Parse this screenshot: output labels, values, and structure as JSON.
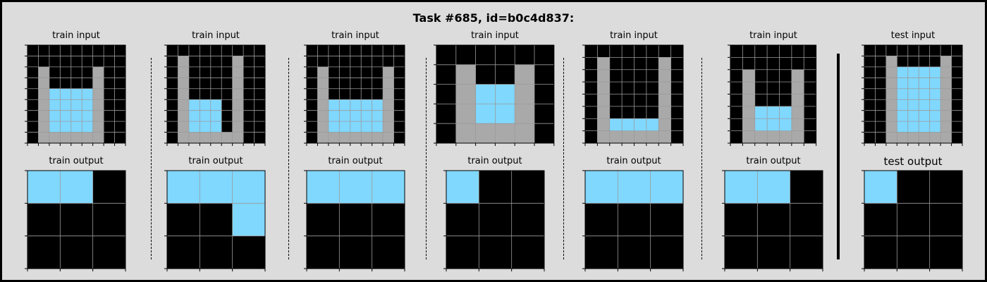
{
  "title": "Task #685, id=b0c4d837:",
  "colors": {
    "0": "#000000",
    "5": "#a9a9a9",
    "8": "#80d8ff"
  },
  "labels": {
    "train_input": "train input",
    "train_output": "train output",
    "test_input": "test input",
    "test_output": "test output"
  },
  "pairs": [
    {
      "kind": "train",
      "input": [
        [
          0,
          0,
          0,
          0,
          0,
          0,
          0,
          0,
          0
        ],
        [
          0,
          0,
          0,
          0,
          0,
          0,
          0,
          0,
          0
        ],
        [
          0,
          5,
          0,
          0,
          0,
          0,
          5,
          0,
          0
        ],
        [
          0,
          5,
          0,
          0,
          0,
          0,
          5,
          0,
          0
        ],
        [
          0,
          5,
          8,
          8,
          8,
          8,
          5,
          0,
          0
        ],
        [
          0,
          5,
          8,
          8,
          8,
          8,
          5,
          0,
          0
        ],
        [
          0,
          5,
          8,
          8,
          8,
          8,
          5,
          0,
          0
        ],
        [
          0,
          5,
          8,
          8,
          8,
          8,
          5,
          0,
          0
        ],
        [
          0,
          5,
          5,
          5,
          5,
          5,
          5,
          0,
          0
        ]
      ],
      "output": [
        [
          8,
          8,
          0
        ],
        [
          0,
          0,
          0
        ],
        [
          0,
          0,
          0
        ]
      ]
    },
    {
      "kind": "train",
      "input": [
        [
          0,
          0,
          0,
          0,
          0,
          0,
          0,
          0,
          0
        ],
        [
          0,
          5,
          0,
          0,
          0,
          0,
          5,
          0,
          0
        ],
        [
          0,
          5,
          0,
          0,
          0,
          0,
          5,
          0,
          0
        ],
        [
          0,
          5,
          0,
          0,
          0,
          0,
          5,
          0,
          0
        ],
        [
          0,
          5,
          0,
          0,
          0,
          0,
          5,
          0,
          0
        ],
        [
          0,
          5,
          8,
          8,
          8,
          0,
          5,
          0,
          0
        ],
        [
          0,
          5,
          8,
          8,
          8,
          0,
          5,
          0,
          0
        ],
        [
          0,
          5,
          8,
          8,
          8,
          0,
          5,
          0,
          0
        ],
        [
          0,
          5,
          5,
          5,
          5,
          5,
          5,
          0,
          0
        ]
      ],
      "output": [
        [
          8,
          8,
          8
        ],
        [
          0,
          0,
          8
        ],
        [
          0,
          0,
          0
        ]
      ]
    },
    {
      "kind": "train",
      "input": [
        [
          0,
          0,
          0,
          0,
          0,
          0,
          0,
          0,
          0
        ],
        [
          0,
          0,
          0,
          0,
          0,
          0,
          0,
          0,
          0
        ],
        [
          0,
          5,
          0,
          0,
          0,
          0,
          0,
          5,
          0
        ],
        [
          0,
          5,
          0,
          0,
          0,
          0,
          0,
          5,
          0
        ],
        [
          0,
          5,
          0,
          0,
          0,
          0,
          0,
          5,
          0
        ],
        [
          0,
          5,
          8,
          8,
          8,
          8,
          8,
          5,
          0
        ],
        [
          0,
          5,
          8,
          8,
          8,
          8,
          8,
          5,
          0
        ],
        [
          0,
          5,
          8,
          8,
          8,
          8,
          8,
          5,
          0
        ],
        [
          0,
          5,
          5,
          5,
          5,
          5,
          5,
          5,
          0
        ]
      ],
      "output": [
        [
          8,
          8,
          8
        ],
        [
          0,
          0,
          0
        ],
        [
          0,
          0,
          0
        ]
      ]
    },
    {
      "kind": "train",
      "input": [
        [
          0,
          0,
          0,
          0,
          0,
          0
        ],
        [
          0,
          5,
          0,
          0,
          5,
          0
        ],
        [
          0,
          5,
          8,
          8,
          5,
          0
        ],
        [
          0,
          5,
          8,
          8,
          5,
          0
        ],
        [
          0,
          5,
          5,
          5,
          5,
          0
        ]
      ],
      "output": [
        [
          8,
          0,
          0
        ],
        [
          0,
          0,
          0
        ],
        [
          0,
          0,
          0
        ]
      ]
    },
    {
      "kind": "train",
      "input": [
        [
          0,
          0,
          0,
          0,
          0,
          0,
          0,
          0
        ],
        [
          0,
          5,
          0,
          0,
          0,
          0,
          5,
          0
        ],
        [
          0,
          5,
          0,
          0,
          0,
          0,
          5,
          0
        ],
        [
          0,
          5,
          0,
          0,
          0,
          0,
          5,
          0
        ],
        [
          0,
          5,
          0,
          0,
          0,
          0,
          5,
          0
        ],
        [
          0,
          5,
          0,
          0,
          0,
          0,
          5,
          0
        ],
        [
          0,
          5,
          8,
          8,
          8,
          8,
          5,
          0
        ],
        [
          0,
          5,
          5,
          5,
          5,
          5,
          5,
          0
        ]
      ],
      "output": [
        [
          8,
          8,
          8
        ],
        [
          0,
          0,
          0
        ],
        [
          0,
          0,
          0
        ]
      ]
    },
    {
      "kind": "train",
      "input": [
        [
          0,
          0,
          0,
          0,
          0,
          0,
          0
        ],
        [
          0,
          0,
          0,
          0,
          0,
          0,
          0
        ],
        [
          0,
          5,
          0,
          0,
          0,
          5,
          0
        ],
        [
          0,
          5,
          0,
          0,
          0,
          5,
          0
        ],
        [
          0,
          5,
          0,
          0,
          0,
          5,
          0
        ],
        [
          0,
          5,
          8,
          8,
          8,
          5,
          0
        ],
        [
          0,
          5,
          8,
          8,
          8,
          5,
          0
        ],
        [
          0,
          5,
          5,
          5,
          5,
          5,
          0
        ]
      ],
      "output": [
        [
          8,
          8,
          0
        ],
        [
          0,
          0,
          0
        ],
        [
          0,
          0,
          0
        ]
      ]
    },
    {
      "kind": "test",
      "input": [
        [
          0,
          0,
          0,
          0,
          0,
          0,
          0,
          0,
          0
        ],
        [
          0,
          0,
          5,
          0,
          0,
          0,
          0,
          5,
          0
        ],
        [
          0,
          0,
          5,
          8,
          8,
          8,
          8,
          5,
          0
        ],
        [
          0,
          0,
          5,
          8,
          8,
          8,
          8,
          5,
          0
        ],
        [
          0,
          0,
          5,
          8,
          8,
          8,
          8,
          5,
          0
        ],
        [
          0,
          0,
          5,
          8,
          8,
          8,
          8,
          5,
          0
        ],
        [
          0,
          0,
          5,
          8,
          8,
          8,
          8,
          5,
          0
        ],
        [
          0,
          0,
          5,
          8,
          8,
          8,
          8,
          5,
          0
        ],
        [
          0,
          0,
          5,
          5,
          5,
          5,
          5,
          5,
          0
        ]
      ],
      "output": [
        [
          8,
          0,
          0
        ],
        [
          0,
          0,
          0
        ],
        [
          0,
          0,
          0
        ]
      ]
    }
  ]
}
